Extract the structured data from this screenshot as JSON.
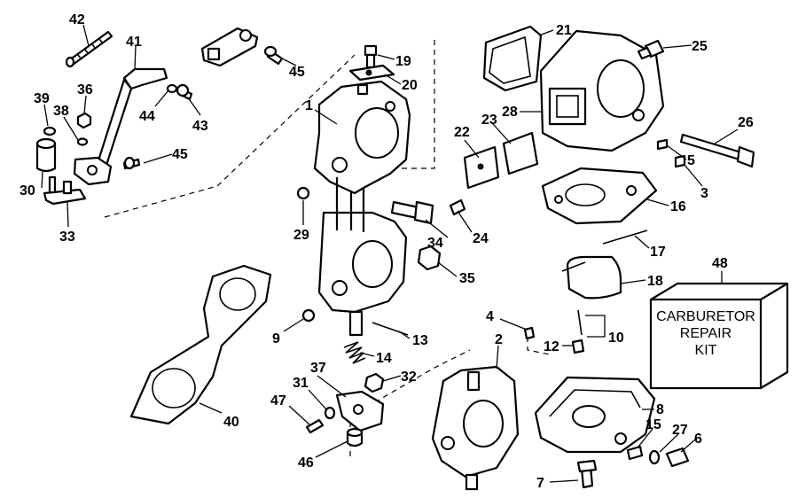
{
  "callouts": [
    "42",
    "41",
    "45",
    "36",
    "39",
    "38",
    "44",
    "43",
    "45",
    "30",
    "33",
    "1",
    "19",
    "20",
    "29",
    "21",
    "25",
    "28",
    "23",
    "22",
    "26",
    "5",
    "3",
    "16",
    "24",
    "34",
    "35",
    "17",
    "18",
    "48",
    "9",
    "13",
    "4",
    "12",
    "10",
    "14",
    "2",
    "37",
    "32",
    "31",
    "47",
    "40",
    "8",
    "46",
    "15",
    "27",
    "6",
    "7"
  ],
  "kit": {
    "line1": "CARBURETOR",
    "line2": "REPAIR",
    "line3": "KIT"
  }
}
